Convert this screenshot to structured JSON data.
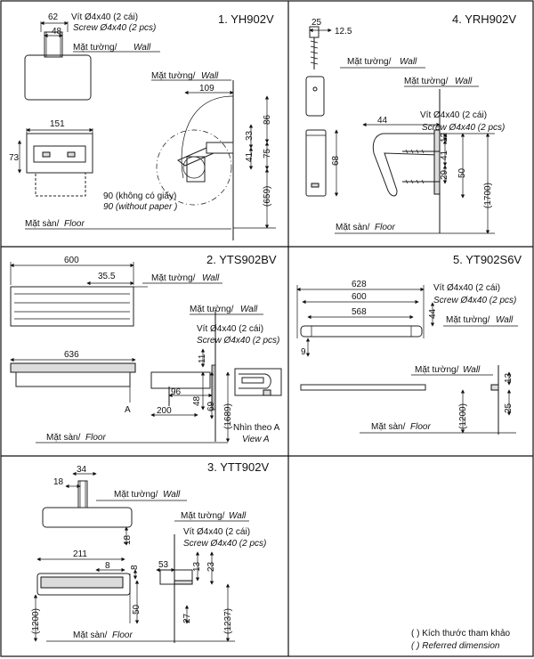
{
  "panels": {
    "p1": {
      "title": "1. YH902V",
      "screw_vi": "Vít Ø4x40 (2 cái)",
      "screw_en": "Screw Ø4x40 (2 pcs)",
      "wall_vi": "Mặt tường/",
      "wall_en": "Wall",
      "wall2_vi": "Mặt tường/",
      "wall2_en": "Wall",
      "floor_vi": "Mặt sàn/",
      "floor_en": "Floor",
      "d62": "62",
      "d48": "48",
      "d151": "151",
      "d73": "73",
      "d109": "109",
      "d86": "86",
      "d33": "33",
      "d41": "41",
      "d75": "75",
      "d659": "(659)",
      "paper_vi": "90 (không có giấy)",
      "paper_en": "90 (without paper )"
    },
    "p4": {
      "title": "4. YRH902V",
      "wall_vi": "Mặt tường/",
      "wall_en": "Wall",
      "wall2_vi": "Mặt tường/",
      "wall2_en": "Wall",
      "screw_vi": "Vít Ø4x40 (2 cái)",
      "screw_en": "Screw Ø4x40 (2 pcs)",
      "floor_vi": "Mặt sàn/",
      "floor_en": "Floor",
      "d25": "25",
      "d12_5": "12.5",
      "d44": "44",
      "d68": "68",
      "d12": "12",
      "d41": "41",
      "d29": "29",
      "d50": "50",
      "d1700": "(1700)"
    },
    "p2": {
      "title": "2. YTS902BV",
      "wall_vi": "Mặt tường/",
      "wall_en": "Wall",
      "wall2_vi": "Mặt tường/",
      "wall2_en": "Wall",
      "screw_vi": "Vít Ø4x40 (2 cái)",
      "screw_en": "Screw Ø4x40 (2 pcs)",
      "floor_vi": "Mặt sàn/",
      "floor_en": "Floor",
      "d600": "600",
      "d35_5": "35.5",
      "d636": "636",
      "d11": "11",
      "d96": "96",
      "d48": "48",
      "d69": "69",
      "d200": "200",
      "d1689": "(1689)",
      "a": "A",
      "view_vi": "Nhìn theo A",
      "view_en": "View A"
    },
    "p5": {
      "title": "5. YT902S6V",
      "screw_vi": "Vít Ø4x40 (2 cái)",
      "screw_en": "Screw Ø4x40 (2 pcs)",
      "wall_vi": "Mặt tường/",
      "wall_en": "Wall",
      "wall2_vi": "Mặt tường/",
      "wall2_en": "Wall",
      "floor_vi": "Mặt sàn/",
      "floor_en": "Floor",
      "d628": "628",
      "d600": "600",
      "d568": "568",
      "d44": "44",
      "d9": "9",
      "d13": "13",
      "d25": "25",
      "d1200": "(1200)"
    },
    "p3": {
      "title": "3. YTT902V",
      "wall_vi": "Mặt tường/",
      "wall_en": "Wall",
      "wall2_vi": "Mặt tường/",
      "wall2_en": "Wall",
      "screw_vi": "Vít Ø4x40 (2 cái)",
      "screw_en": "Screw Ø4x40 (2 pcs)",
      "floor_vi": "Mặt sàn/",
      "floor_en": "Floor",
      "d34": "34",
      "d18": "18",
      "d18b": "18",
      "d211": "211",
      "d8": "8",
      "d8b": "8",
      "d53": "53",
      "d13": "13",
      "d23": "23",
      "d50": "50",
      "d27": "27",
      "d1200": "(1200)",
      "d1237": "(1237)"
    }
  },
  "legend": {
    "vi": "( ) Kích thước tham khảo",
    "en": "( ) Referred dimension"
  }
}
